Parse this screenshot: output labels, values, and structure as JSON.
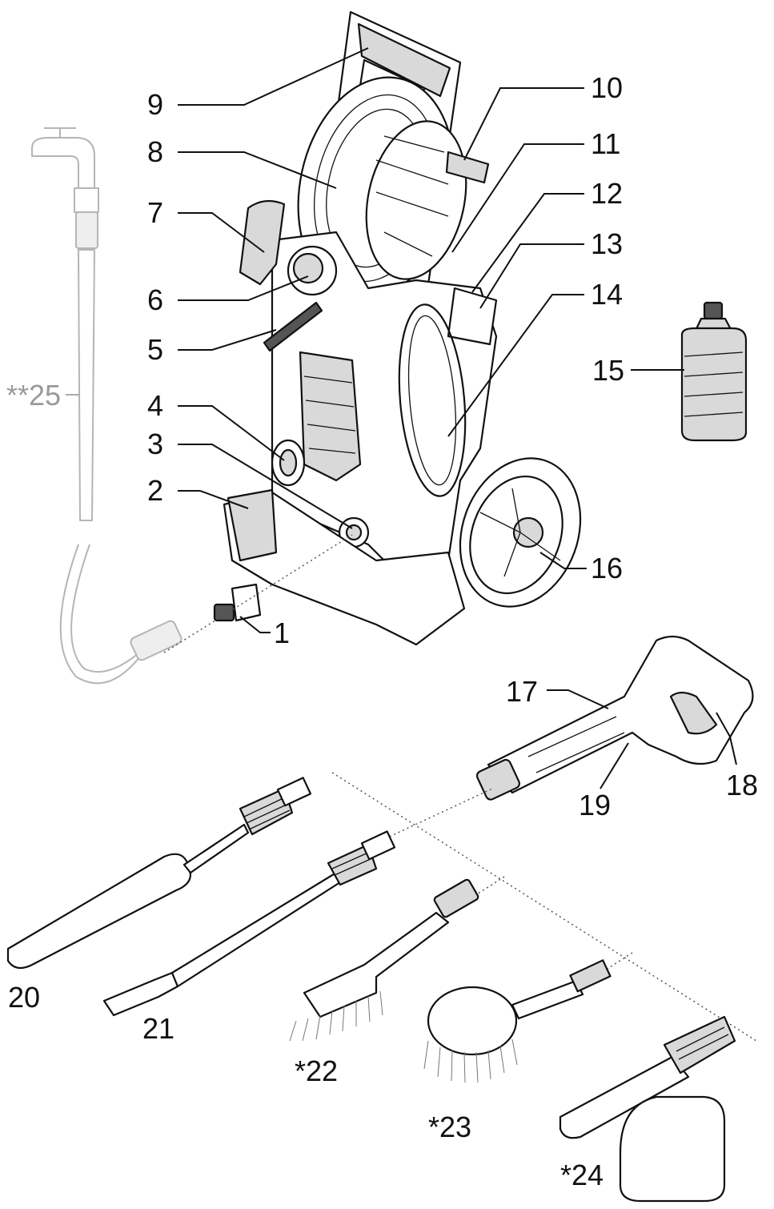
{
  "labels": {
    "l1": "1",
    "l2": "2",
    "l3": "3",
    "l4": "4",
    "l5": "5",
    "l6": "6",
    "l7": "7",
    "l8": "8",
    "l9": "9",
    "l10": "10",
    "l11": "11",
    "l12": "12",
    "l13": "13",
    "l14": "14",
    "l15": "15",
    "l16": "16",
    "l17": "17",
    "l18": "18",
    "l19": "19",
    "l20": "20",
    "l21": "21",
    "l22": "*22",
    "l23": "*23",
    "l24": "*24",
    "l25": "**25"
  }
}
